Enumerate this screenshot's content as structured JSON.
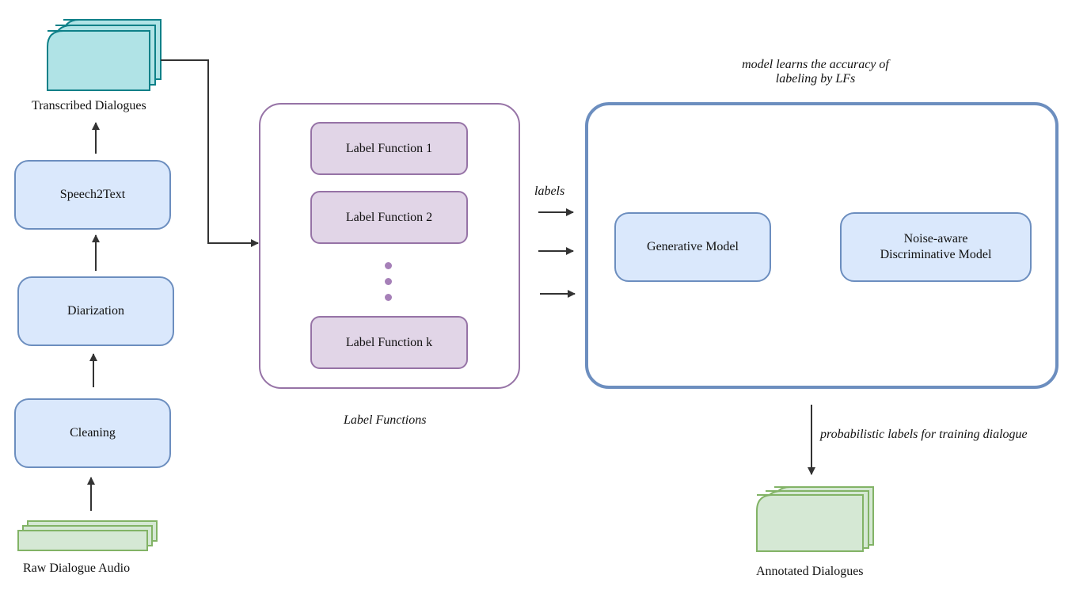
{
  "pipeline": {
    "raw_audio_label": "Raw Dialogue  Audio",
    "cleaning": "Cleaning",
    "diarization": "Diarization",
    "speech2text": "Speech2Text",
    "transcribed_label": "Transcribed Dialogues"
  },
  "label_functions": {
    "items": [
      "Label Function 1",
      "Label Function 2",
      "Label Function k"
    ],
    "caption": "Label Functions"
  },
  "labels_edge": "labels",
  "model": {
    "note_line1": "model learns the accuracy of",
    "note_line2": "labeling by LFs",
    "generative": "Generative Model",
    "discriminative_line1": "Noise-aware",
    "discriminative_line2": "Discriminative Model"
  },
  "output": {
    "edge_label": "probabilistic labels  for training dialogue",
    "annotated_label": "Annotated Dialogues"
  },
  "colors": {
    "blue_fill": "#dae8fc",
    "blue_stroke": "#6c8ebf",
    "purple_fill": "#e1d5e7",
    "purple_stroke": "#9673a6",
    "teal_fill": "#b0e3e6",
    "teal_stroke": "#0e8088",
    "green_fill": "#d5e8d4",
    "green_stroke": "#82b366"
  }
}
